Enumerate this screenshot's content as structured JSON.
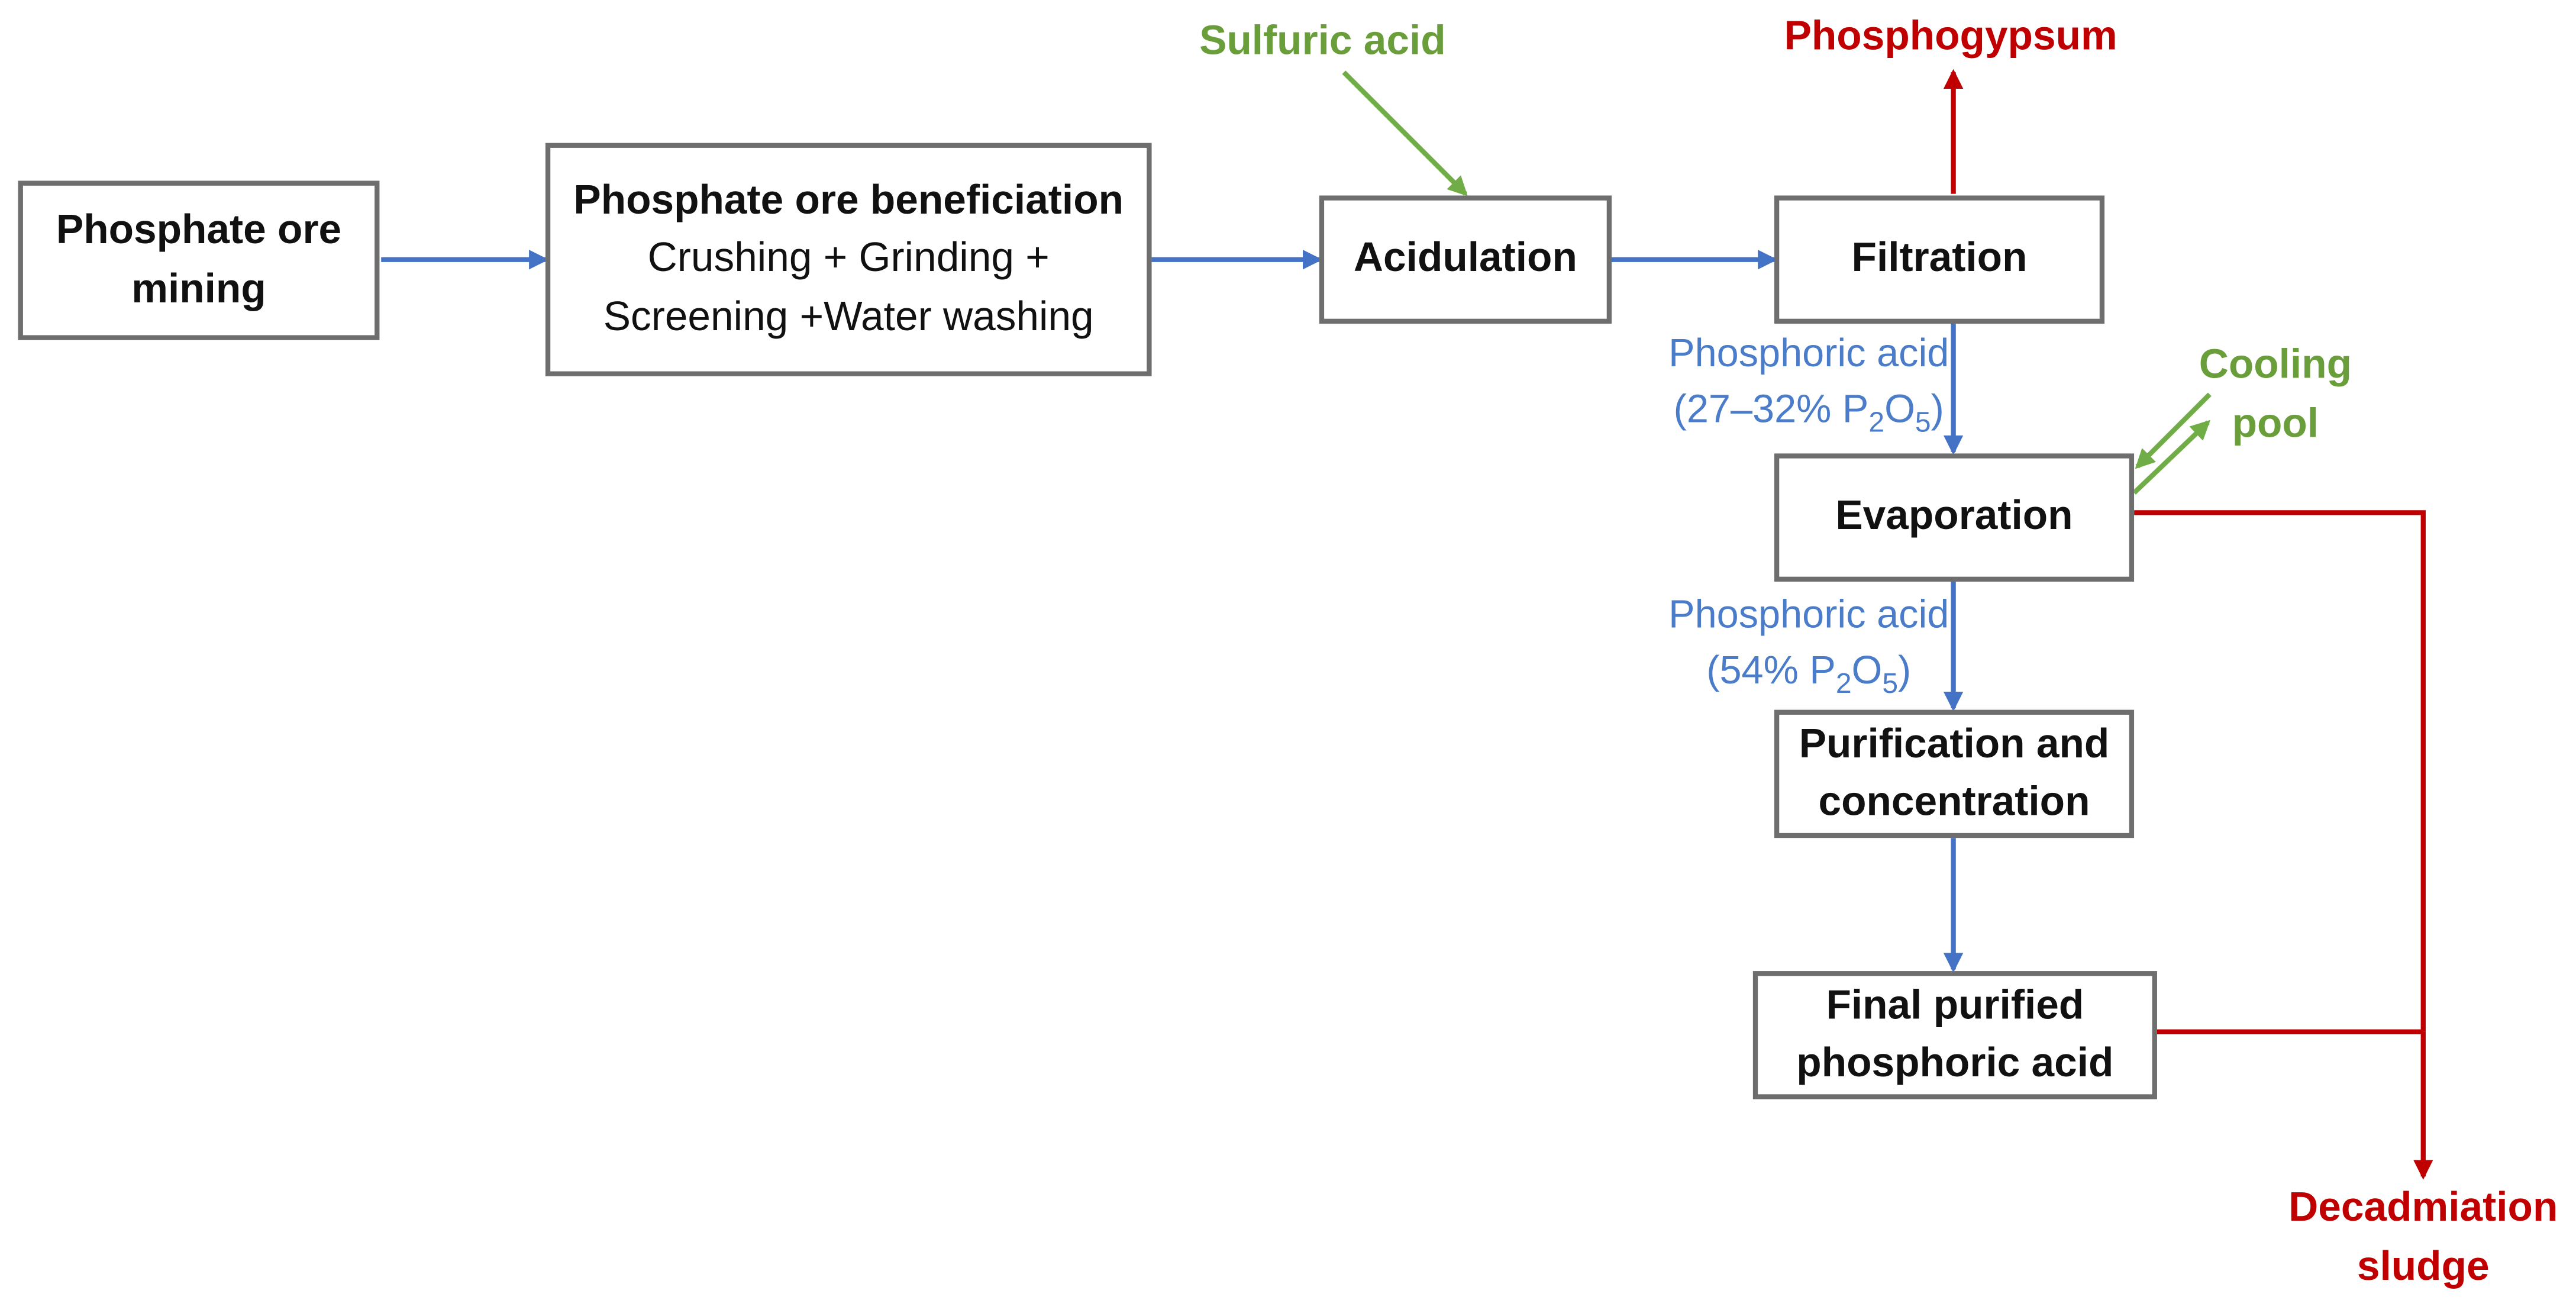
{
  "colors": {
    "process_flow": "#4472c4",
    "reagent": "#70ad47",
    "waste": "#c00000",
    "box_border": "#6e6e6e"
  },
  "boxes": {
    "mining": {
      "line1": "Phosphate ore",
      "line2": "mining"
    },
    "beneficiation": {
      "title": "Phosphate ore beneficiation",
      "line2": "Crushing + Grinding +",
      "line3": "Screening +Water washing"
    },
    "acidulation": {
      "label": "Acidulation"
    },
    "filtration": {
      "label": "Filtration"
    },
    "evaporation": {
      "label": "Evaporation"
    },
    "purification": {
      "line1": "Purification and",
      "line2": "concentration"
    },
    "final": {
      "line1": "Final purified",
      "line2": "phosphoric acid"
    }
  },
  "inputs": {
    "sulfuric_acid": "Sulfuric acid",
    "cooling_pool": {
      "line1": "Cooling",
      "line2": "pool"
    }
  },
  "outputs": {
    "phosphogypsum": "Phosphogypsum",
    "decadmiation_sludge": {
      "line1": "Decadmiation",
      "line2": "sludge"
    }
  },
  "stream_labels": {
    "acid_1": {
      "line1": "Phosphoric acid",
      "line2_prefix": "(27–32% P",
      "sub1": "2",
      "mid": "O",
      "sub2": "5",
      "suffix": ")"
    },
    "acid_2": {
      "line1": "Phosphoric acid",
      "line2_prefix": "(54% P",
      "sub1": "2",
      "mid": "O",
      "sub2": "5",
      "suffix": ")"
    }
  }
}
